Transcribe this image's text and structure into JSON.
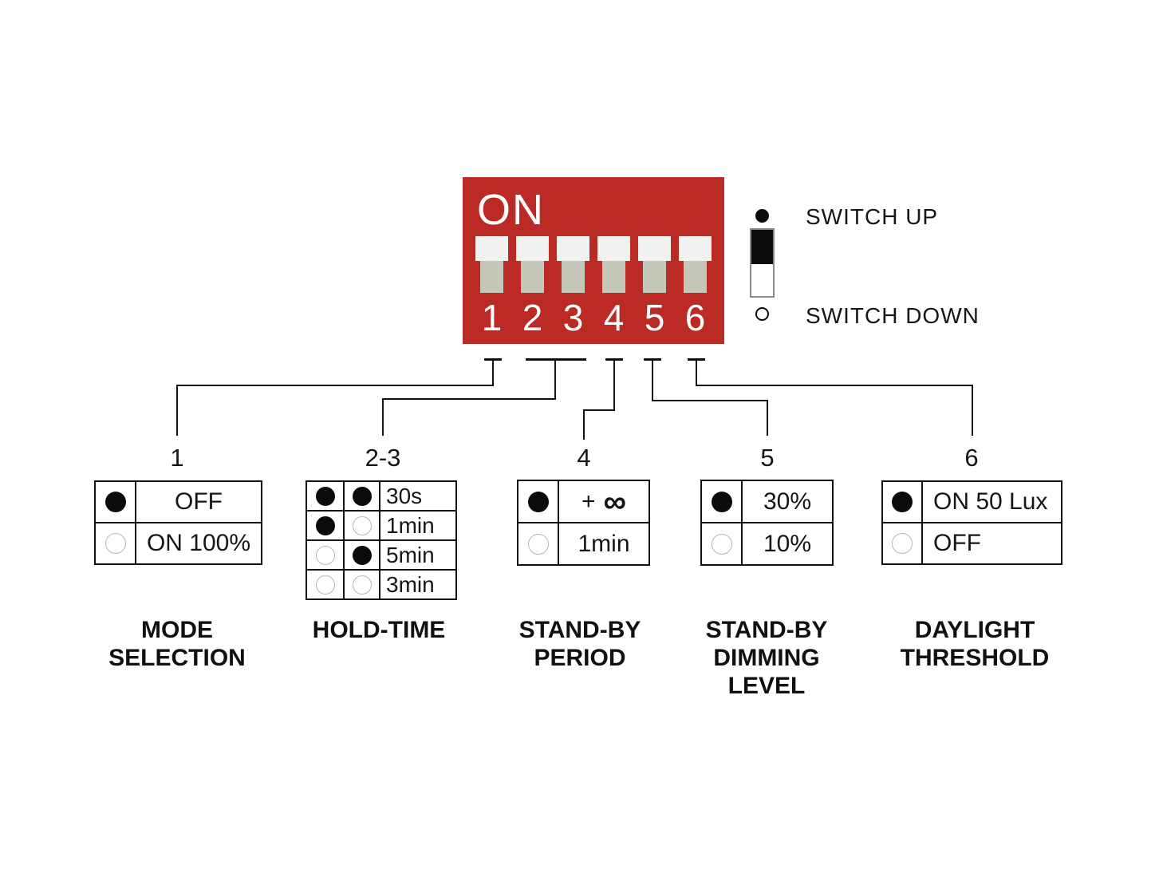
{
  "dip": {
    "on_label": "ON",
    "switch_numbers": [
      "1",
      "2",
      "3",
      "4",
      "5",
      "6"
    ]
  },
  "legend": {
    "up_label": "SWITCH UP",
    "down_label": "SWITCH DOWN"
  },
  "colors": {
    "dip_block_red": "#BC2A26",
    "switch_cap": "#F2F1EF",
    "switch_stem": "#C7C6BA",
    "line_black": "#111111"
  },
  "groups": [
    {
      "label": "1",
      "caption": "MODE SELECTION",
      "table": {
        "rows": [
          {
            "dots": [
              "dot up"
            ],
            "label": "OFF"
          },
          {
            "dots": [
              "dot down"
            ],
            "label": "ON 100%"
          }
        ]
      }
    },
    {
      "label": "2-3",
      "caption": "HOLD-TIME",
      "table": {
        "rows": [
          {
            "dots": [
              "dot up",
              "dot up"
            ],
            "label": "30s"
          },
          {
            "dots": [
              "dot up",
              "dot down"
            ],
            "label": "1min"
          },
          {
            "dots": [
              "dot down",
              "dot up"
            ],
            "label": "5min"
          },
          {
            "dots": [
              "dot down",
              "dot down"
            ],
            "label": "3min"
          }
        ]
      }
    },
    {
      "label": "4",
      "caption": "STAND-BY PERIOD",
      "table": {
        "rows": [
          {
            "dots": [
              "dot up"
            ],
            "label_prefix": "+",
            "label_symbol": "∞"
          },
          {
            "dots": [
              "dot down"
            ],
            "label": "1min"
          }
        ]
      }
    },
    {
      "label": "5",
      "caption": "STAND-BY DIMMING LEVEL",
      "table": {
        "rows": [
          {
            "dots": [
              "dot up"
            ],
            "label": "30%"
          },
          {
            "dots": [
              "dot down"
            ],
            "label": "10%"
          }
        ]
      }
    },
    {
      "label": "6",
      "caption": "DAYLIGHT THRESHOLD",
      "table": {
        "rows": [
          {
            "dots": [
              "dot up"
            ],
            "label": "ON 50 Lux"
          },
          {
            "dots": [
              "dot down"
            ],
            "label": "OFF"
          }
        ]
      }
    }
  ]
}
